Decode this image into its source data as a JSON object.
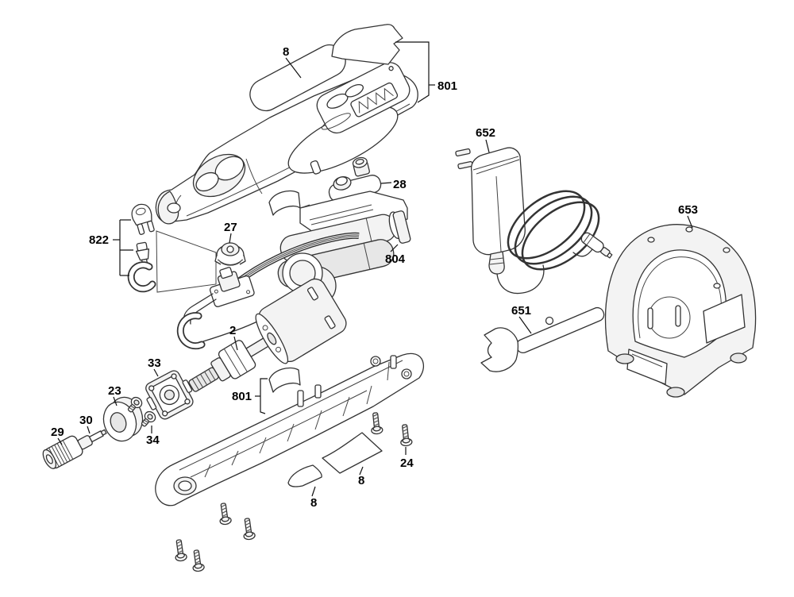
{
  "figure": {
    "type": "exploded-parts-diagram",
    "subject": "cordless rotary tool parts breakdown",
    "background_color": "#ffffff",
    "line_color": "#333333",
    "label_color": "#000000",
    "unlabeled_bottom_screws_count": 4
  },
  "callouts": [
    {
      "number": "8",
      "target": "top-housing-decal"
    },
    {
      "number": "801",
      "target": "upper-housing-assembly"
    },
    {
      "number": "652",
      "target": "power-adapter-with-cord"
    },
    {
      "number": "653",
      "target": "charging-stand"
    },
    {
      "number": "28",
      "target": "switch-button-set"
    },
    {
      "number": "822",
      "target": "nose-cap-parts-set"
    },
    {
      "number": "27",
      "target": "dial-knob"
    },
    {
      "number": "804",
      "target": "battery-pack-assembly"
    },
    {
      "number": "651",
      "target": "open-end-wrench"
    },
    {
      "number": "2",
      "target": "motor-and-shaft"
    },
    {
      "number": "33",
      "target": "bearing-mount-plate"
    },
    {
      "number": "23",
      "target": "ring-washer"
    },
    {
      "number": "30",
      "target": "shaft-screw"
    },
    {
      "number": "29",
      "target": "collet-nut"
    },
    {
      "number": "34",
      "target": "small-screws"
    },
    {
      "number": "801",
      "target": "lower-housing-assembly"
    },
    {
      "number": "8",
      "target": "side-housing-decal"
    },
    {
      "number": "8",
      "target": "nose-housing-decal"
    },
    {
      "number": "24",
      "target": "housing-screws"
    }
  ]
}
